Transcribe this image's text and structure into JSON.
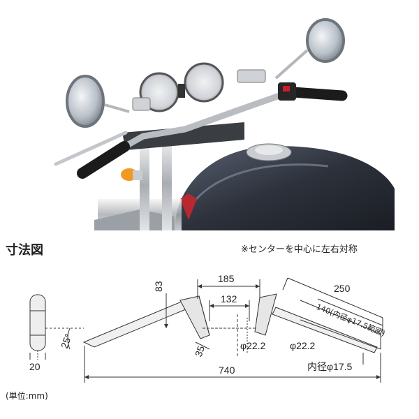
{
  "section_title": "寸法図",
  "symmetry_note": "※センターを中心に左右対称",
  "unit_note": "(単位:mm)",
  "dimensions": {
    "rise": "83",
    "center_width": "185",
    "inner_width": "132",
    "grip_length": "250",
    "grip_range": "140(内径φ17.5範囲)",
    "angle": "25°",
    "bar_end_width": "20",
    "clamp_offset": "35",
    "clamp_diameter": "φ22.2",
    "grip_diameter": "φ22.2",
    "total_width": "740",
    "inner_diameter": "内径φ17.5"
  },
  "colors": {
    "bar": "#e8e8e8",
    "outline": "#333333",
    "tank": "#2f3542",
    "chrome": "#c9ccd1"
  }
}
